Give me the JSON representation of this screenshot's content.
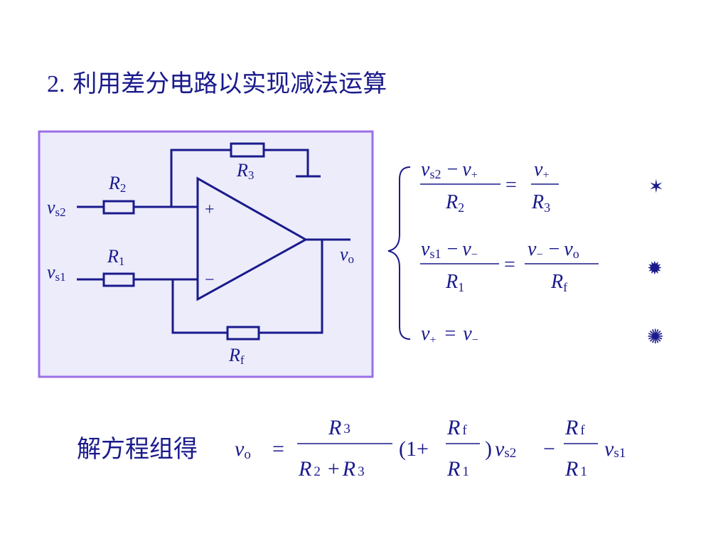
{
  "title": {
    "number": "2.",
    "text": "利用差分电路以实现减法运算"
  },
  "circuit": {
    "r3": "R",
    "r3_sub": "3",
    "r2": "R",
    "r2_sub": "2",
    "r1": "R",
    "r1_sub": "1",
    "rf": "R",
    "rf_sub": "f",
    "vs2": "v",
    "vs2_sub": "s2",
    "vs1": "v",
    "vs1_sub": "s1",
    "vo": "v",
    "vo_sub": "o",
    "plus": "+",
    "minus": "−"
  },
  "equations": {
    "eq1": {
      "n1": "v",
      "n1s": "s2",
      "op": "−",
      "n2": "v",
      "n2s": "+",
      "d": "R",
      "ds": "2",
      "eq": "=",
      "rn": "v",
      "rns": "+",
      "rd": "R",
      "rds": "3",
      "mark": "✶"
    },
    "eq2": {
      "n1": "v",
      "n1s": "s1",
      "op": "−",
      "n2": "v",
      "n2s": "−",
      "d": "R",
      "ds": "1",
      "eq": "=",
      "rn1": "v",
      "rn1s": "−",
      "rop": "−",
      "rn2": "v",
      "rn2s": "o",
      "rd": "R",
      "rds": "f",
      "mark": "✹"
    },
    "eq3": {
      "a": "v",
      "as": "+",
      "eq": "=",
      "b": "v",
      "bs": "−",
      "mark": "✺"
    }
  },
  "solution": {
    "label": "解方程组得",
    "lhs": "v",
    "lhs_sub": "o",
    "eq": "=",
    "f1_num": "R",
    "f1_num_sub": "3",
    "f1_den_a": "R",
    "f1_den_a_sub": "2",
    "f1_den_op": "+",
    "f1_den_b": "R",
    "f1_den_b_sub": "3",
    "paren_open": "(1+",
    "f2_num": "R",
    "f2_num_sub": "f",
    "f2_den": "R",
    "f2_den_sub": "1",
    "paren_close": ")",
    "v2": "v",
    "v2_sub": "s2",
    "minus": "−",
    "f3_num": "R",
    "f3_num_sub": "f",
    "f3_den": "R",
    "f3_den_sub": "1",
    "v1": "v",
    "v1_sub": "s1"
  },
  "colors": {
    "ink": "#1a1a8c",
    "panel_fill": "#ececfb",
    "panel_border": "#9b6fe8"
  }
}
